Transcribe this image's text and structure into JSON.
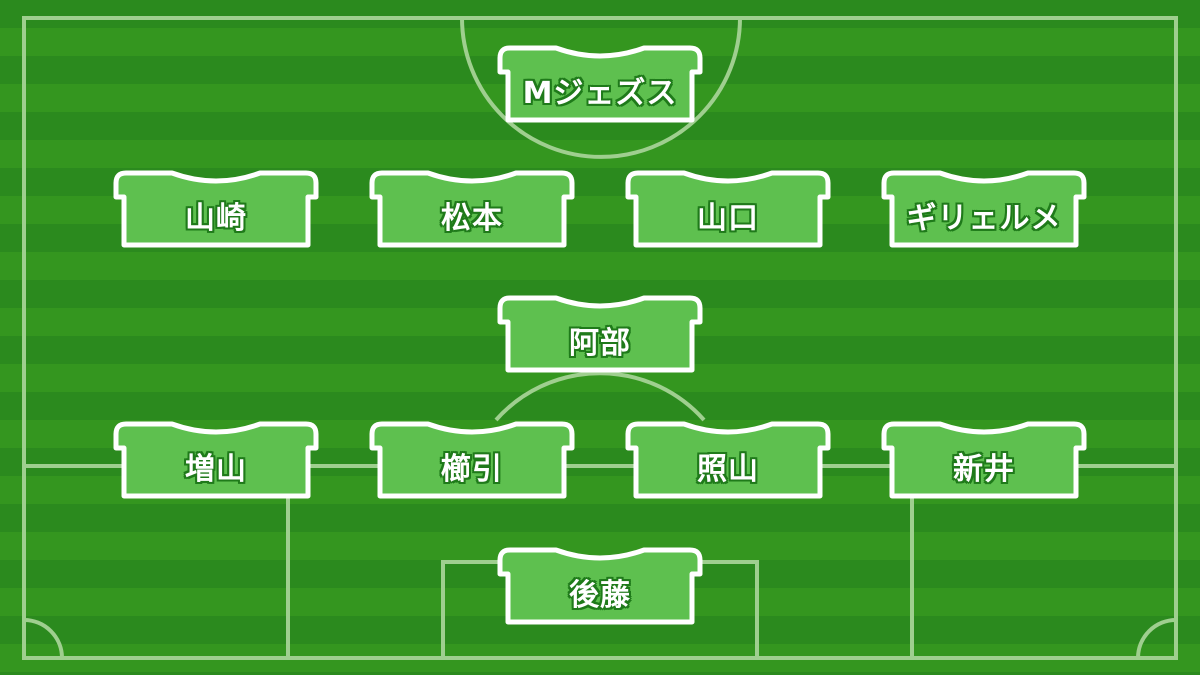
{
  "formation": {
    "forward": [
      {
        "name": "Mジェズス"
      }
    ],
    "attacking_midfield": [
      {
        "name": "山崎"
      },
      {
        "name": "松本"
      },
      {
        "name": "山口"
      },
      {
        "name": "ギリェルメ"
      }
    ],
    "defensive_midfield": [
      {
        "name": "阿部"
      }
    ],
    "defense": [
      {
        "name": "増山"
      },
      {
        "name": "櫛引"
      },
      {
        "name": "照山"
      },
      {
        "name": "新井"
      }
    ],
    "goalkeeper": [
      {
        "name": "後藤"
      }
    ]
  },
  "colors": {
    "pitch_dark": "#2b8a1e",
    "pitch_light": "#34961f",
    "line": "#9fcf8f",
    "shirt_fill": "#5ec04f",
    "shirt_outline": "#ffffff",
    "text_outline": "#1f7a1a"
  }
}
